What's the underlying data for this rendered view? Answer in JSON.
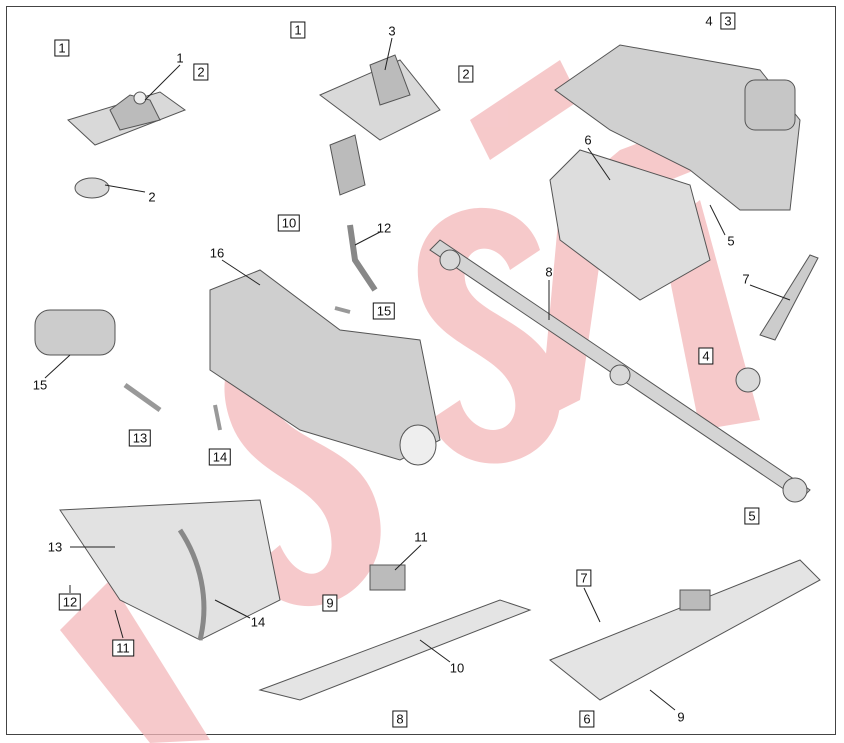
{
  "title": "Transmission, shift control, propeller shaft and mount components exploded view",
  "watermark": "ISUZU",
  "colors": {
    "watermark": "#f3b7b9",
    "part_fill": "#d9d9d9",
    "part_stroke": "#555555",
    "frame": "#444444"
  },
  "callouts": [
    {
      "text": "1",
      "boxed": true
    },
    {
      "text": "1",
      "boxed": false
    },
    {
      "text": "2",
      "boxed": true
    },
    {
      "text": "2",
      "boxed": false
    },
    {
      "text": "1",
      "boxed": true
    },
    {
      "text": "3",
      "boxed": false
    },
    {
      "text": "2",
      "boxed": true
    },
    {
      "text": "4",
      "boxed": false
    },
    {
      "text": "3",
      "boxed": true
    },
    {
      "text": "6",
      "boxed": false
    },
    {
      "text": "5",
      "boxed": false
    },
    {
      "text": "10",
      "boxed": true
    },
    {
      "text": "12",
      "boxed": false
    },
    {
      "text": "16",
      "boxed": false
    },
    {
      "text": "15",
      "boxed": true
    },
    {
      "text": "8",
      "boxed": false
    },
    {
      "text": "7",
      "boxed": false
    },
    {
      "text": "4",
      "boxed": true
    },
    {
      "text": "15",
      "boxed": false
    },
    {
      "text": "13",
      "boxed": true
    },
    {
      "text": "14",
      "boxed": true
    },
    {
      "text": "5",
      "boxed": true
    },
    {
      "text": "13",
      "boxed": false
    },
    {
      "text": "12",
      "boxed": true
    },
    {
      "text": "11",
      "boxed": true
    },
    {
      "text": "14",
      "boxed": false
    },
    {
      "text": "11",
      "boxed": false
    },
    {
      "text": "9",
      "boxed": true
    },
    {
      "text": "10",
      "boxed": false
    },
    {
      "text": "8",
      "boxed": true
    },
    {
      "text": "7",
      "boxed": true
    },
    {
      "text": "6",
      "boxed": true
    },
    {
      "text": "9",
      "boxed": false
    }
  ]
}
